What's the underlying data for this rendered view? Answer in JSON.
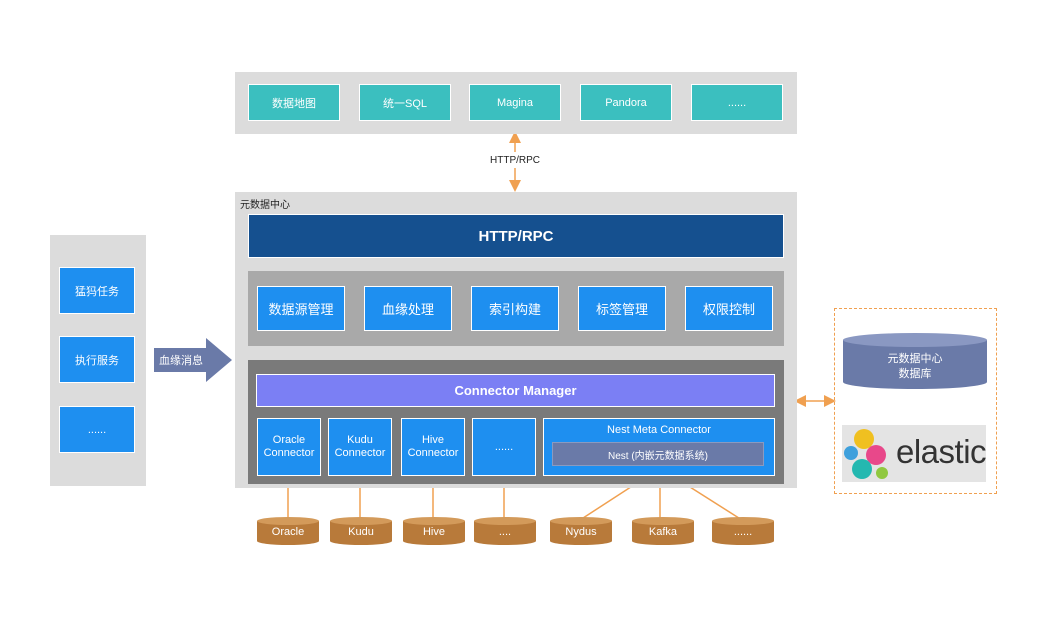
{
  "top_apps": [
    "数据地图",
    "统一SQL",
    "Magina",
    "Pandora",
    "......"
  ],
  "http_rpc_label": "HTTP/RPC",
  "left_panel": {
    "items": [
      "猛犸任务",
      "执行服务",
      "......"
    ],
    "arrow_label": "血缘消息"
  },
  "center": {
    "title": "元数据中心",
    "http_rpc_bar": "HTTP/RPC",
    "modules": [
      "数据源管理",
      "血缘处理",
      "索引构建",
      "标签管理",
      "权限控制"
    ],
    "connector_manager": "Connector Manager",
    "connectors": [
      "Oracle\nConnector",
      "Kudu\nConnector",
      "Hive\nConnector",
      "......"
    ],
    "nest_meta_connector": "Nest Meta Connector",
    "nest_label": "Nest (内嵌元数据系统)"
  },
  "sources": [
    "Oracle",
    "Kudu",
    "Hive",
    "....",
    "Nydus",
    "Kafka",
    "......"
  ],
  "right_panel": {
    "db_label": "元数据中心\n数据库",
    "elastic_text": "elastic"
  },
  "colors": {
    "teal": "#3bbfbf",
    "blue": "#1e8ff0",
    "navy": "#15508f",
    "purple": "#7b7ff4",
    "orange": "#f0a050",
    "brown": "#b87a3a",
    "slate": "#6a7aa8"
  }
}
